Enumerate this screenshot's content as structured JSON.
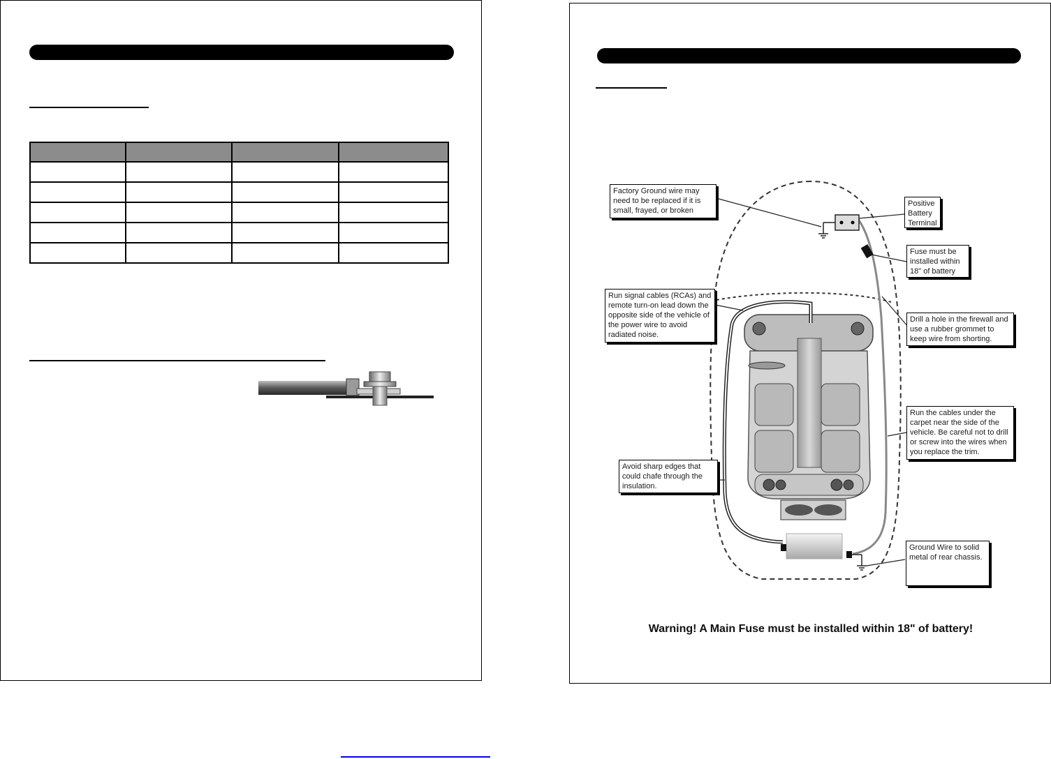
{
  "right_page": {
    "callouts": {
      "factory_ground": "Factory Ground wire may need to be replaced if it is small, frayed, or broken",
      "positive_terminal": "Positive Battery Terminal",
      "fuse": "Fuse must be installed within 18\" of battery",
      "signal_cables": "Run signal cables (RCAs) and remote turn-on lead down the opposite side of the vehicle of the power wire to avoid radiated noise.",
      "firewall": "Drill a hole in the firewall and use a rubber grommet to keep wire from shorting.",
      "under_carpet": "Run the cables under the carpet near the side of the vehicle. Be careful not to drill or screw into the wires when you replace the trim.",
      "sharp_edges": "Avoid sharp edges that could chafe through the insulation.",
      "ground_wire": "Ground Wire to solid metal of rear chassis."
    },
    "warning": "Warning! A Main Fuse must be installed within 18\" of battery!"
  },
  "colors": {
    "page_border": "#000000",
    "table_header": "#8c8c8c",
    "link": "#0000ee"
  }
}
